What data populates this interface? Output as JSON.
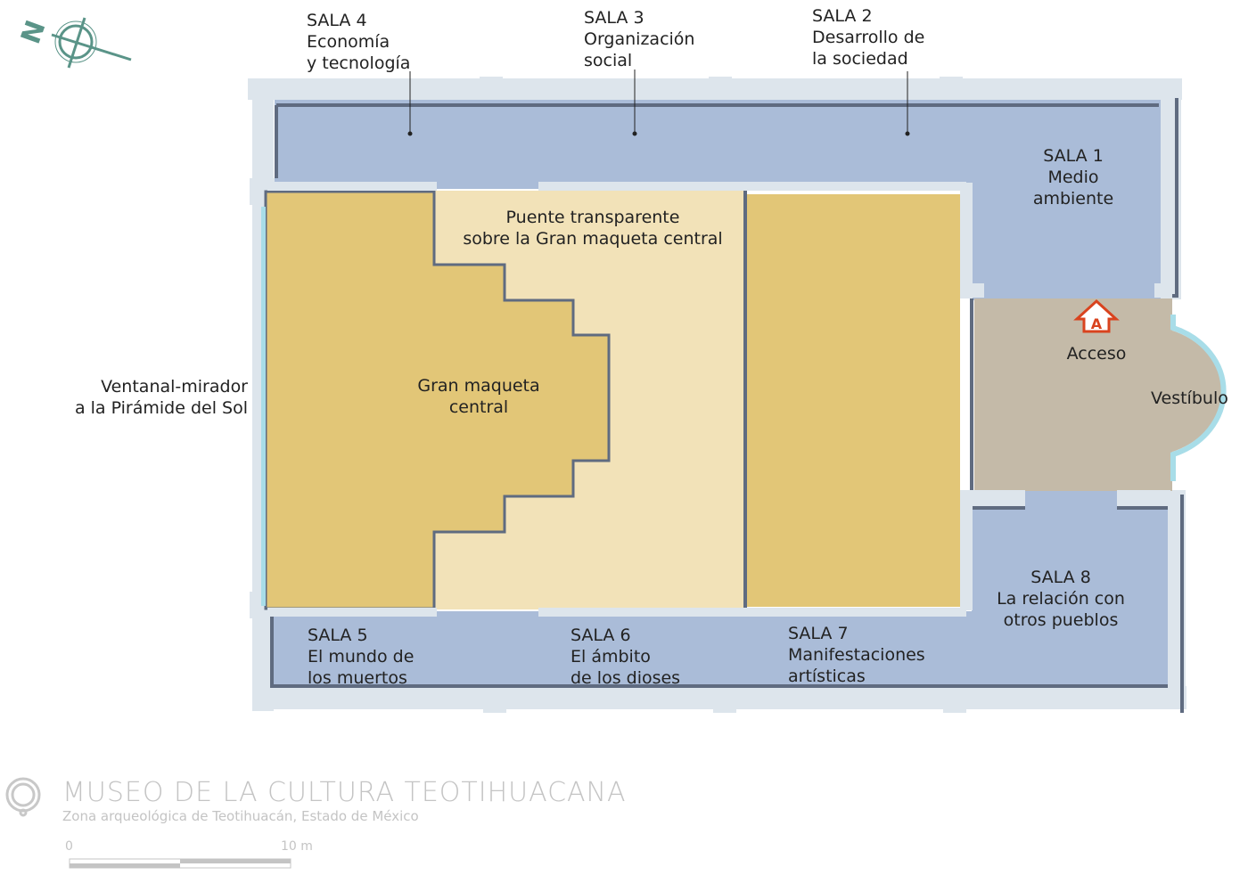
{
  "rooms": {
    "sala4": {
      "num": "SALA 4",
      "name": "Economía\ny tecnología"
    },
    "sala3": {
      "num": "SALA 3",
      "name": "Organización\nsocial"
    },
    "sala2": {
      "num": "SALA 2",
      "name": "Desarrollo de\nla sociedad"
    },
    "sala1": {
      "num": "SALA 1",
      "name": "Medio\nambiente"
    },
    "sala5": {
      "num": "SALA 5",
      "name": "El mundo de\nlos muertos"
    },
    "sala6": {
      "num": "SALA 6",
      "name": "El ámbito\nde los dioses"
    },
    "sala7": {
      "num": "SALA 7",
      "name": "Manifestaciones\nartísticas"
    },
    "sala8": {
      "num": "SALA 8",
      "name": "La relación con\notros pueblos"
    }
  },
  "areas": {
    "puente": "Puente transparente\nsobre la Gran maqueta central",
    "maqueta": "Gran maqueta\ncentral",
    "ventanal": "Ventanal-mirador\na la Pirámide del Sol",
    "acceso": "Acceso",
    "acceso_icon_letter": "A",
    "vestibulo": "Vestíbulo"
  },
  "compass": {
    "letter": "N"
  },
  "footer": {
    "title": "MUSEO DE LA CULTURA TEOTIHUACANA",
    "subtitle": "Zona arqueológica de Teotihuacán, Estado de México",
    "scale_start": "0",
    "scale_end": "10 m"
  },
  "colors": {
    "corridor": "#aabcd8",
    "maqueta": "#e2c677",
    "puente": "#f2e2b8",
    "vestibulo": "#c4baa8",
    "wall": "#dde5ec",
    "wall_shadow": "#5f6b80",
    "access": "#d9431e",
    "compass": "#5a9488"
  }
}
